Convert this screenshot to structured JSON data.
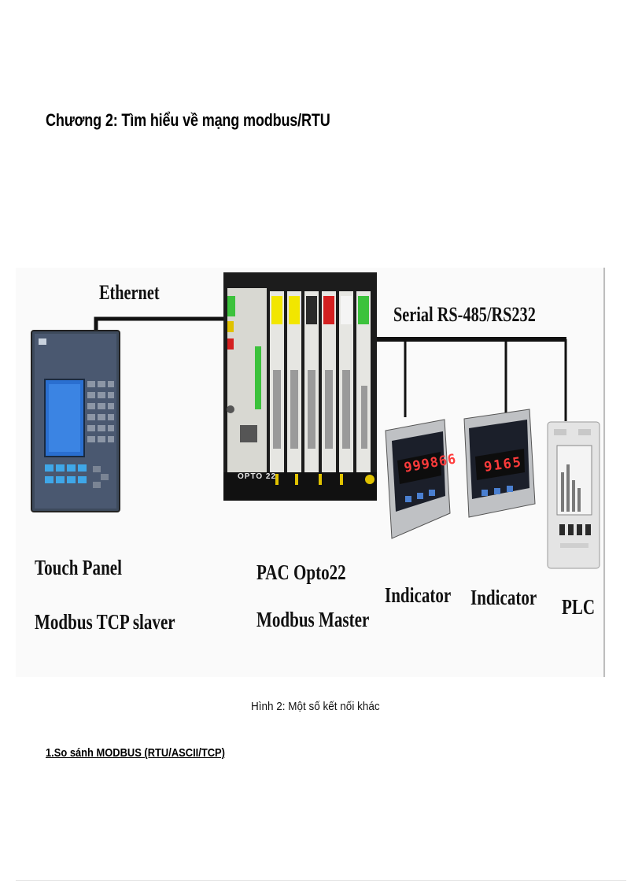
{
  "page": {
    "chapter_heading": "Chương 2: Tìm hiểu về mạng modbus/RTU",
    "caption": "Hình 2: Một số kết nối khác",
    "section_heading": "1.So sánh MODBUS (RTU/ASCII/TCP)"
  },
  "figure": {
    "ethernet_label": "Ethernet",
    "serial_label": "Serial RS-485/RS232",
    "touch_panel": {
      "line1": "Touch Panel",
      "line2": "Modbus TCP slaver"
    },
    "pac": {
      "line1": "PAC Opto22",
      "line2": "Modbus Master",
      "brand": "OPTO 22"
    },
    "indicator_1": {
      "label": "Indicator",
      "display": "999866"
    },
    "indicator_2": {
      "label": "Indicator",
      "display": "9165"
    },
    "plc": {
      "label": "PLC"
    }
  },
  "colors": {
    "cable": "#111111",
    "panel_body": "#3d4a5c",
    "panel_screen": "#2a6fd0",
    "panel_keys": "#3fa7e8",
    "rack": "#1c1c1c",
    "module_yellow": "#f2e600",
    "module_green": "#3cc23c",
    "module_red": "#d42020",
    "led_digits": "#ff3b3b"
  }
}
